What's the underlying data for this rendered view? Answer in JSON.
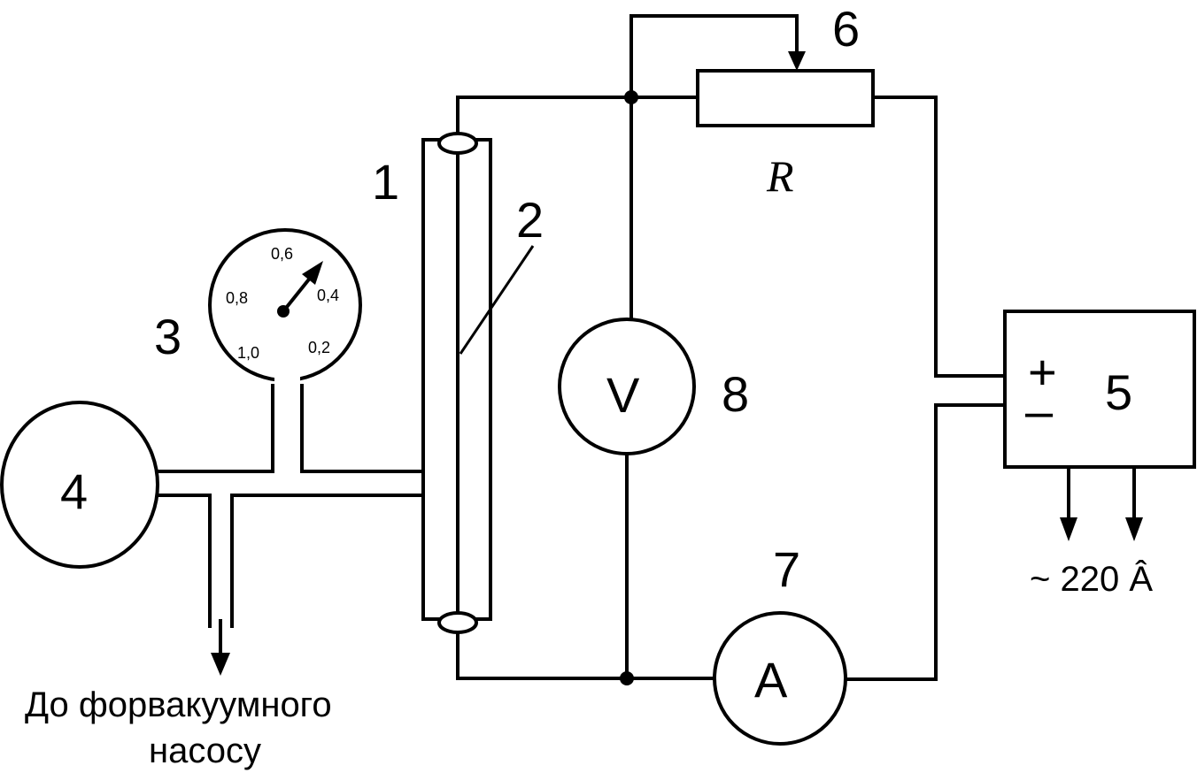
{
  "labels": {
    "tube": "1",
    "filament": "2",
    "gauge": "3",
    "chamber": "4",
    "power_supply": "5",
    "rheostat": "6",
    "ammeter_num": "7",
    "voltmeter_num": "8"
  },
  "resistor_symbol": "R",
  "voltmeter_symbol": "V",
  "ammeter_symbol": "A",
  "power_plus": "+",
  "power_minus": "–",
  "mains": "~ 220 Â",
  "pump_label_line1": "До форвакуумного",
  "pump_label_line2": "насосу",
  "gauge_scale": [
    "0,6",
    "0,8",
    "0,4",
    "1,0",
    "0,2"
  ],
  "colors": {
    "ink": "#000000",
    "background": "#ffffff"
  }
}
